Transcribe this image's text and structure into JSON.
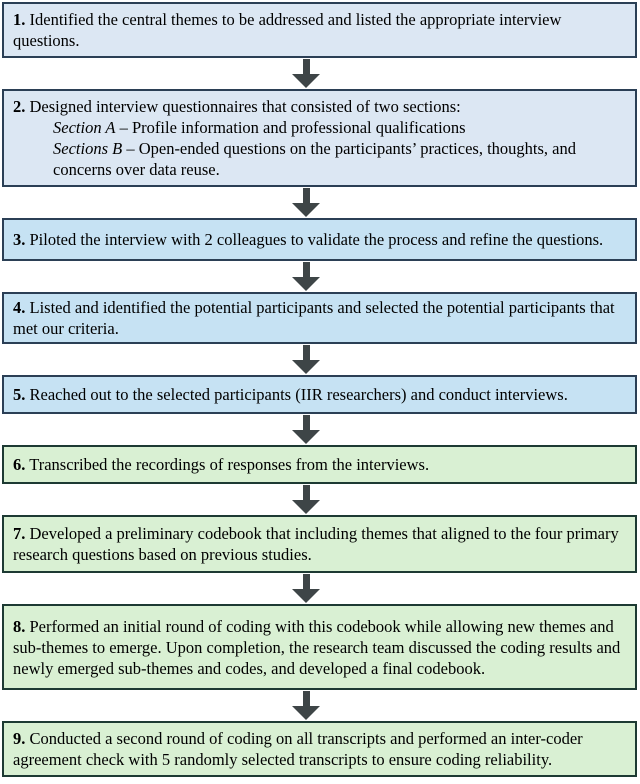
{
  "colors": {
    "box_blue_pale_fill": "#dce7f3",
    "box_blue_fill": "#c6e2f3",
    "box_green_fill": "#d9f0d3",
    "border_blue": "#2b3f55",
    "border_green": "#1d3a33",
    "arrow": "#3e4547",
    "text": "#000000"
  },
  "steps": [
    {
      "number": "1.",
      "text": "Identified the central themes to be addressed and listed the appropriate interview questions."
    },
    {
      "number": "2.",
      "text": "Designed interview questionnaires that consisted of two sections:",
      "sections": [
        {
          "label": "Section A",
          "text": " – Profile information and professional qualifications"
        },
        {
          "label": "Sections B",
          "text": " – Open-ended questions on the participants’ practices, thoughts, and concerns over data reuse."
        }
      ]
    },
    {
      "number": "3.",
      "text": "Piloted the interview with 2 colleagues to validate the process and refine the questions."
    },
    {
      "number": "4.",
      "text": "Listed and identified the potential participants and selected the potential participants that met our criteria."
    },
    {
      "number": "5.",
      "text": "Reached out to the selected participants (IIR researchers) and conduct interviews."
    },
    {
      "number": "6.",
      "text": "Transcribed the recordings of responses from the interviews."
    },
    {
      "number": "7.",
      "text": "Developed a preliminary codebook that including themes that aligned to the four primary research questions based on previous studies."
    },
    {
      "number": "8.",
      "text": "Performed an initial round of coding with this codebook while allowing new themes and sub-themes to emerge. Upon completion, the research team discussed the coding results and newly emerged sub-themes and codes, and developed a final codebook."
    },
    {
      "number": "9.",
      "text": "Conducted a second round of coding on all transcripts and performed an inter-coder agreement check with 5 randomly selected transcripts to ensure coding reliability."
    }
  ]
}
